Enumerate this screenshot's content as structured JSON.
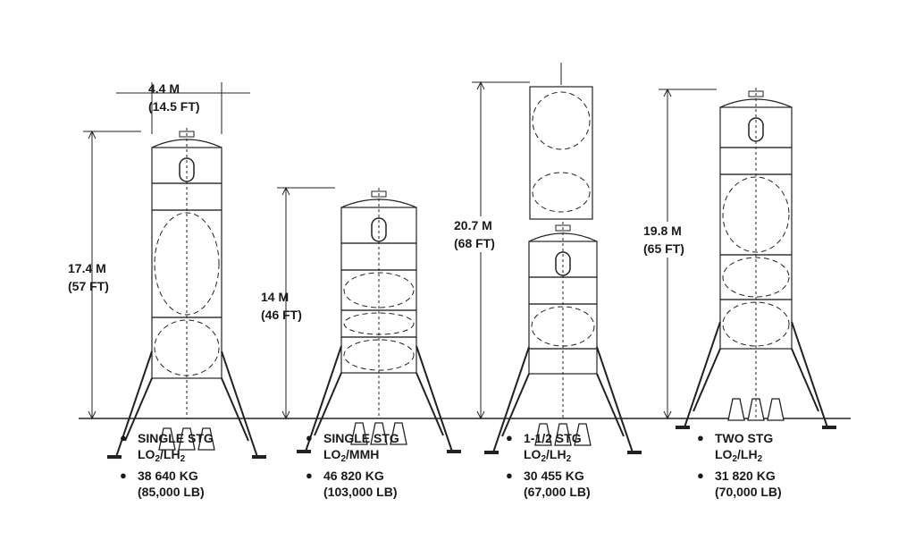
{
  "dimensions": {
    "width": {
      "m": "4.4 M",
      "ft": "(14.5 FT)"
    },
    "v1_height": {
      "m": "17.4 M",
      "ft": "(57 FT)"
    },
    "v2_height": {
      "m": "14 M",
      "ft": "(46 FT)"
    },
    "v3_height": {
      "m": "20.7 M",
      "ft": "(68 FT)"
    },
    "v4_height": {
      "m": "19.8 M",
      "ft": "(65 FT)"
    }
  },
  "vehicles": [
    {
      "stage": "SINGLE STG",
      "propellant_a": "LO",
      "propellant_sub1": "2",
      "propellant_b": "/LH",
      "propellant_sub2": "2",
      "mass_kg": "38 640 KG",
      "mass_lb": "(85,000 LB)"
    },
    {
      "stage": "SINGLE STG",
      "propellant_a": "LO",
      "propellant_sub1": "2",
      "propellant_b": "/MMH",
      "propellant_sub2": "",
      "mass_kg": "46 820 KG",
      "mass_lb": "(103,000 LB)"
    },
    {
      "stage": "1-1/2 STG",
      "propellant_a": "LO",
      "propellant_sub1": "2",
      "propellant_b": "/LH",
      "propellant_sub2": "2",
      "mass_kg": "30 455 KG",
      "mass_lb": "(67,000 LB)"
    },
    {
      "stage": "TWO STG",
      "propellant_a": "LO",
      "propellant_sub1": "2",
      "propellant_b": "/LH",
      "propellant_sub2": "2",
      "mass_kg": "31 820 KG",
      "mass_lb": "(70,000 LB)"
    }
  ],
  "bullet": "●"
}
